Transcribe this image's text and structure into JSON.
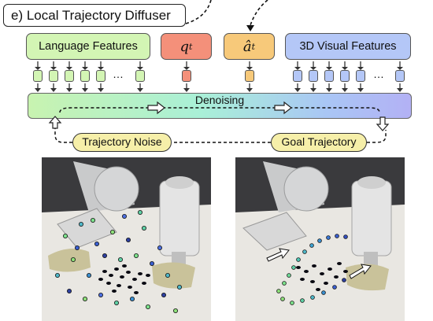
{
  "panel": {
    "title": "e) Local Trajectory Diffuser",
    "language_features": "Language Features",
    "visual_features": "3D Visual Features",
    "q_symbol": "q",
    "q_subscript": "t",
    "a_symbol": "â",
    "a_subscript": "t",
    "denoising": "Denoising",
    "trajectory_noise": "Trajectory Noise",
    "goal_trajectory": "Goal Trajectory",
    "ellipsis": "…"
  },
  "colors": {
    "language": "#d3f5b4",
    "visual": "#b4c7f7",
    "q_token": "#f4907a",
    "a_token": "#f7c97a",
    "pill": "#f6efa9"
  },
  "photos": [
    {
      "name": "noisy-trajectory-photo",
      "content": "robot gripper with scattered noisy trajectory points"
    },
    {
      "name": "denoised-trajectory-photo",
      "content": "robot gripper with denoised trajectory path"
    }
  ]
}
